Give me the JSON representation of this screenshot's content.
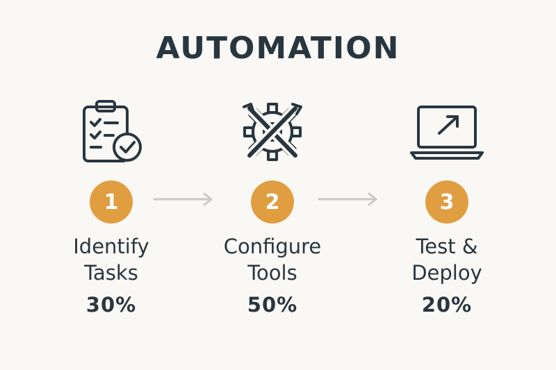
{
  "title": "AUTOMATION",
  "steps": [
    {
      "number": "1",
      "label_line1": "Identify",
      "label_line2": "Tasks",
      "percent": "30%",
      "icon": "clipboard-check-icon"
    },
    {
      "number": "2",
      "label_line1": "Configure",
      "label_line2": "Tools",
      "percent": "50%",
      "icon": "gear-tools-icon"
    },
    {
      "number": "3",
      "label_line1": "Test &",
      "label_line2": "Deploy",
      "percent": "20%",
      "icon": "laptop-arrow-icon"
    }
  ],
  "colors": {
    "accent": "#e09e41",
    "text": "#283640",
    "arrow": "#c9c9c5",
    "background": "#faf8f4"
  }
}
